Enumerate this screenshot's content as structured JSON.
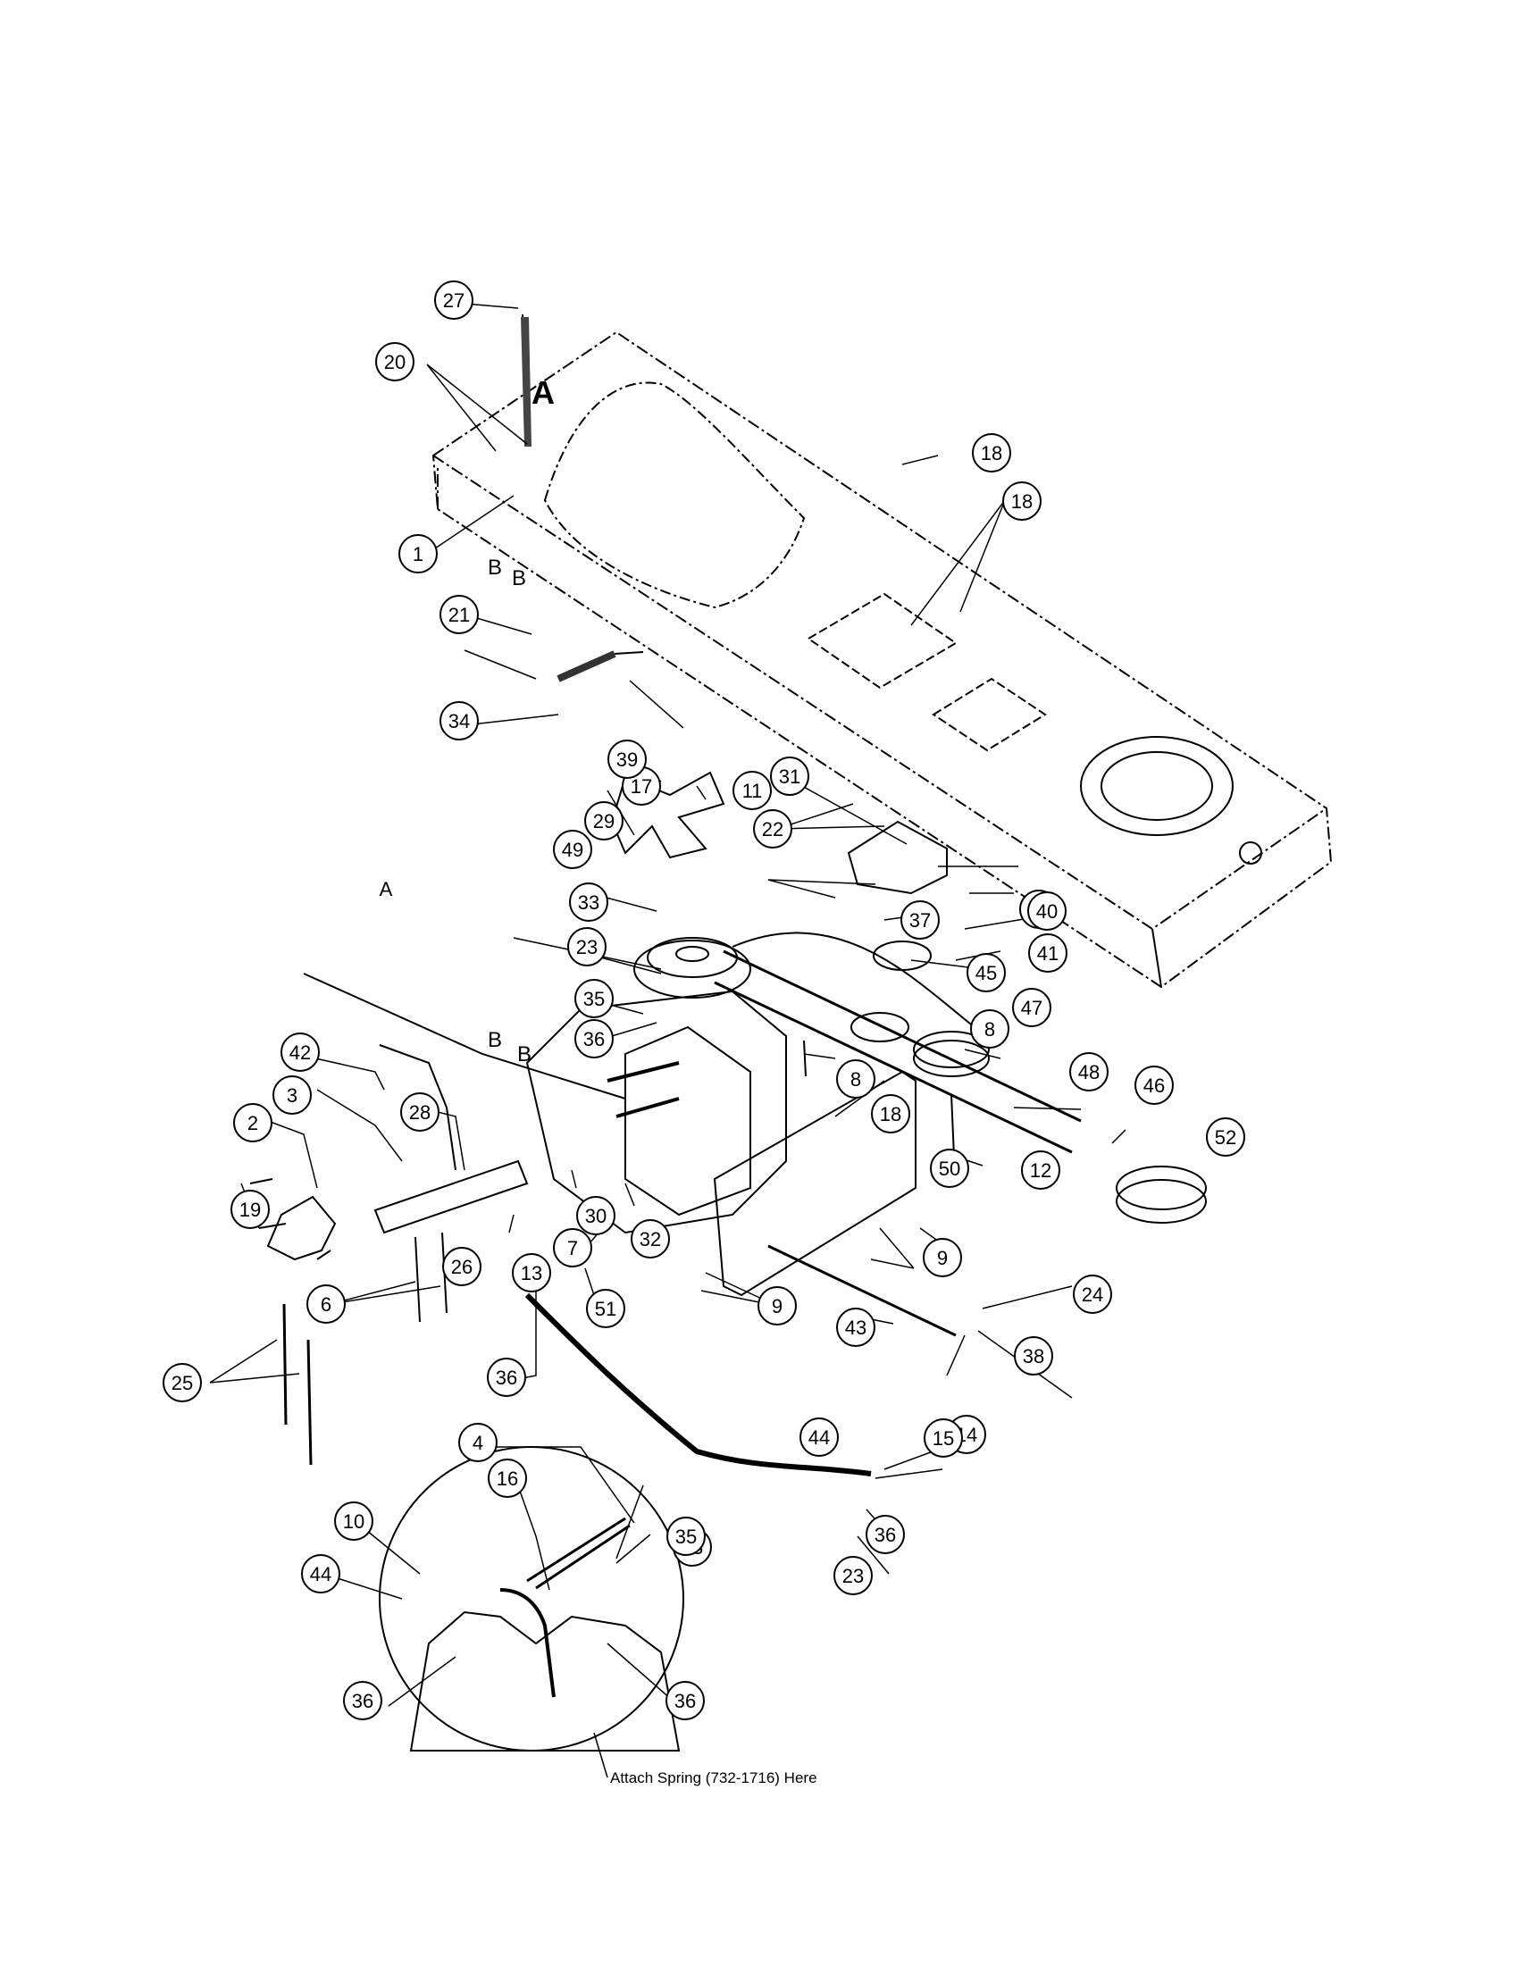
{
  "callouts": [
    "1",
    "2",
    "3",
    "4",
    "5",
    "6",
    "7",
    "8",
    "8",
    "9",
    "9",
    "10",
    "11",
    "12",
    "13",
    "14",
    "15",
    "16",
    "17",
    "18",
    "18",
    "18",
    "19",
    "20",
    "21",
    "22",
    "23",
    "23",
    "23",
    "24",
    "25",
    "26",
    "27",
    "28",
    "29",
    "30",
    "31",
    "32",
    "33",
    "34",
    "35",
    "35",
    "36",
    "36",
    "36",
    "36",
    "36",
    "37",
    "38",
    "39",
    "40",
    "41",
    "42",
    "43",
    "44",
    "44",
    "45",
    "46",
    "47",
    "48",
    "49",
    "50",
    "51",
    "52"
  ],
  "letters": [
    "A",
    "A",
    "B",
    "B",
    "B",
    "B"
  ],
  "note": "Attach Spring (732-1716) Here"
}
